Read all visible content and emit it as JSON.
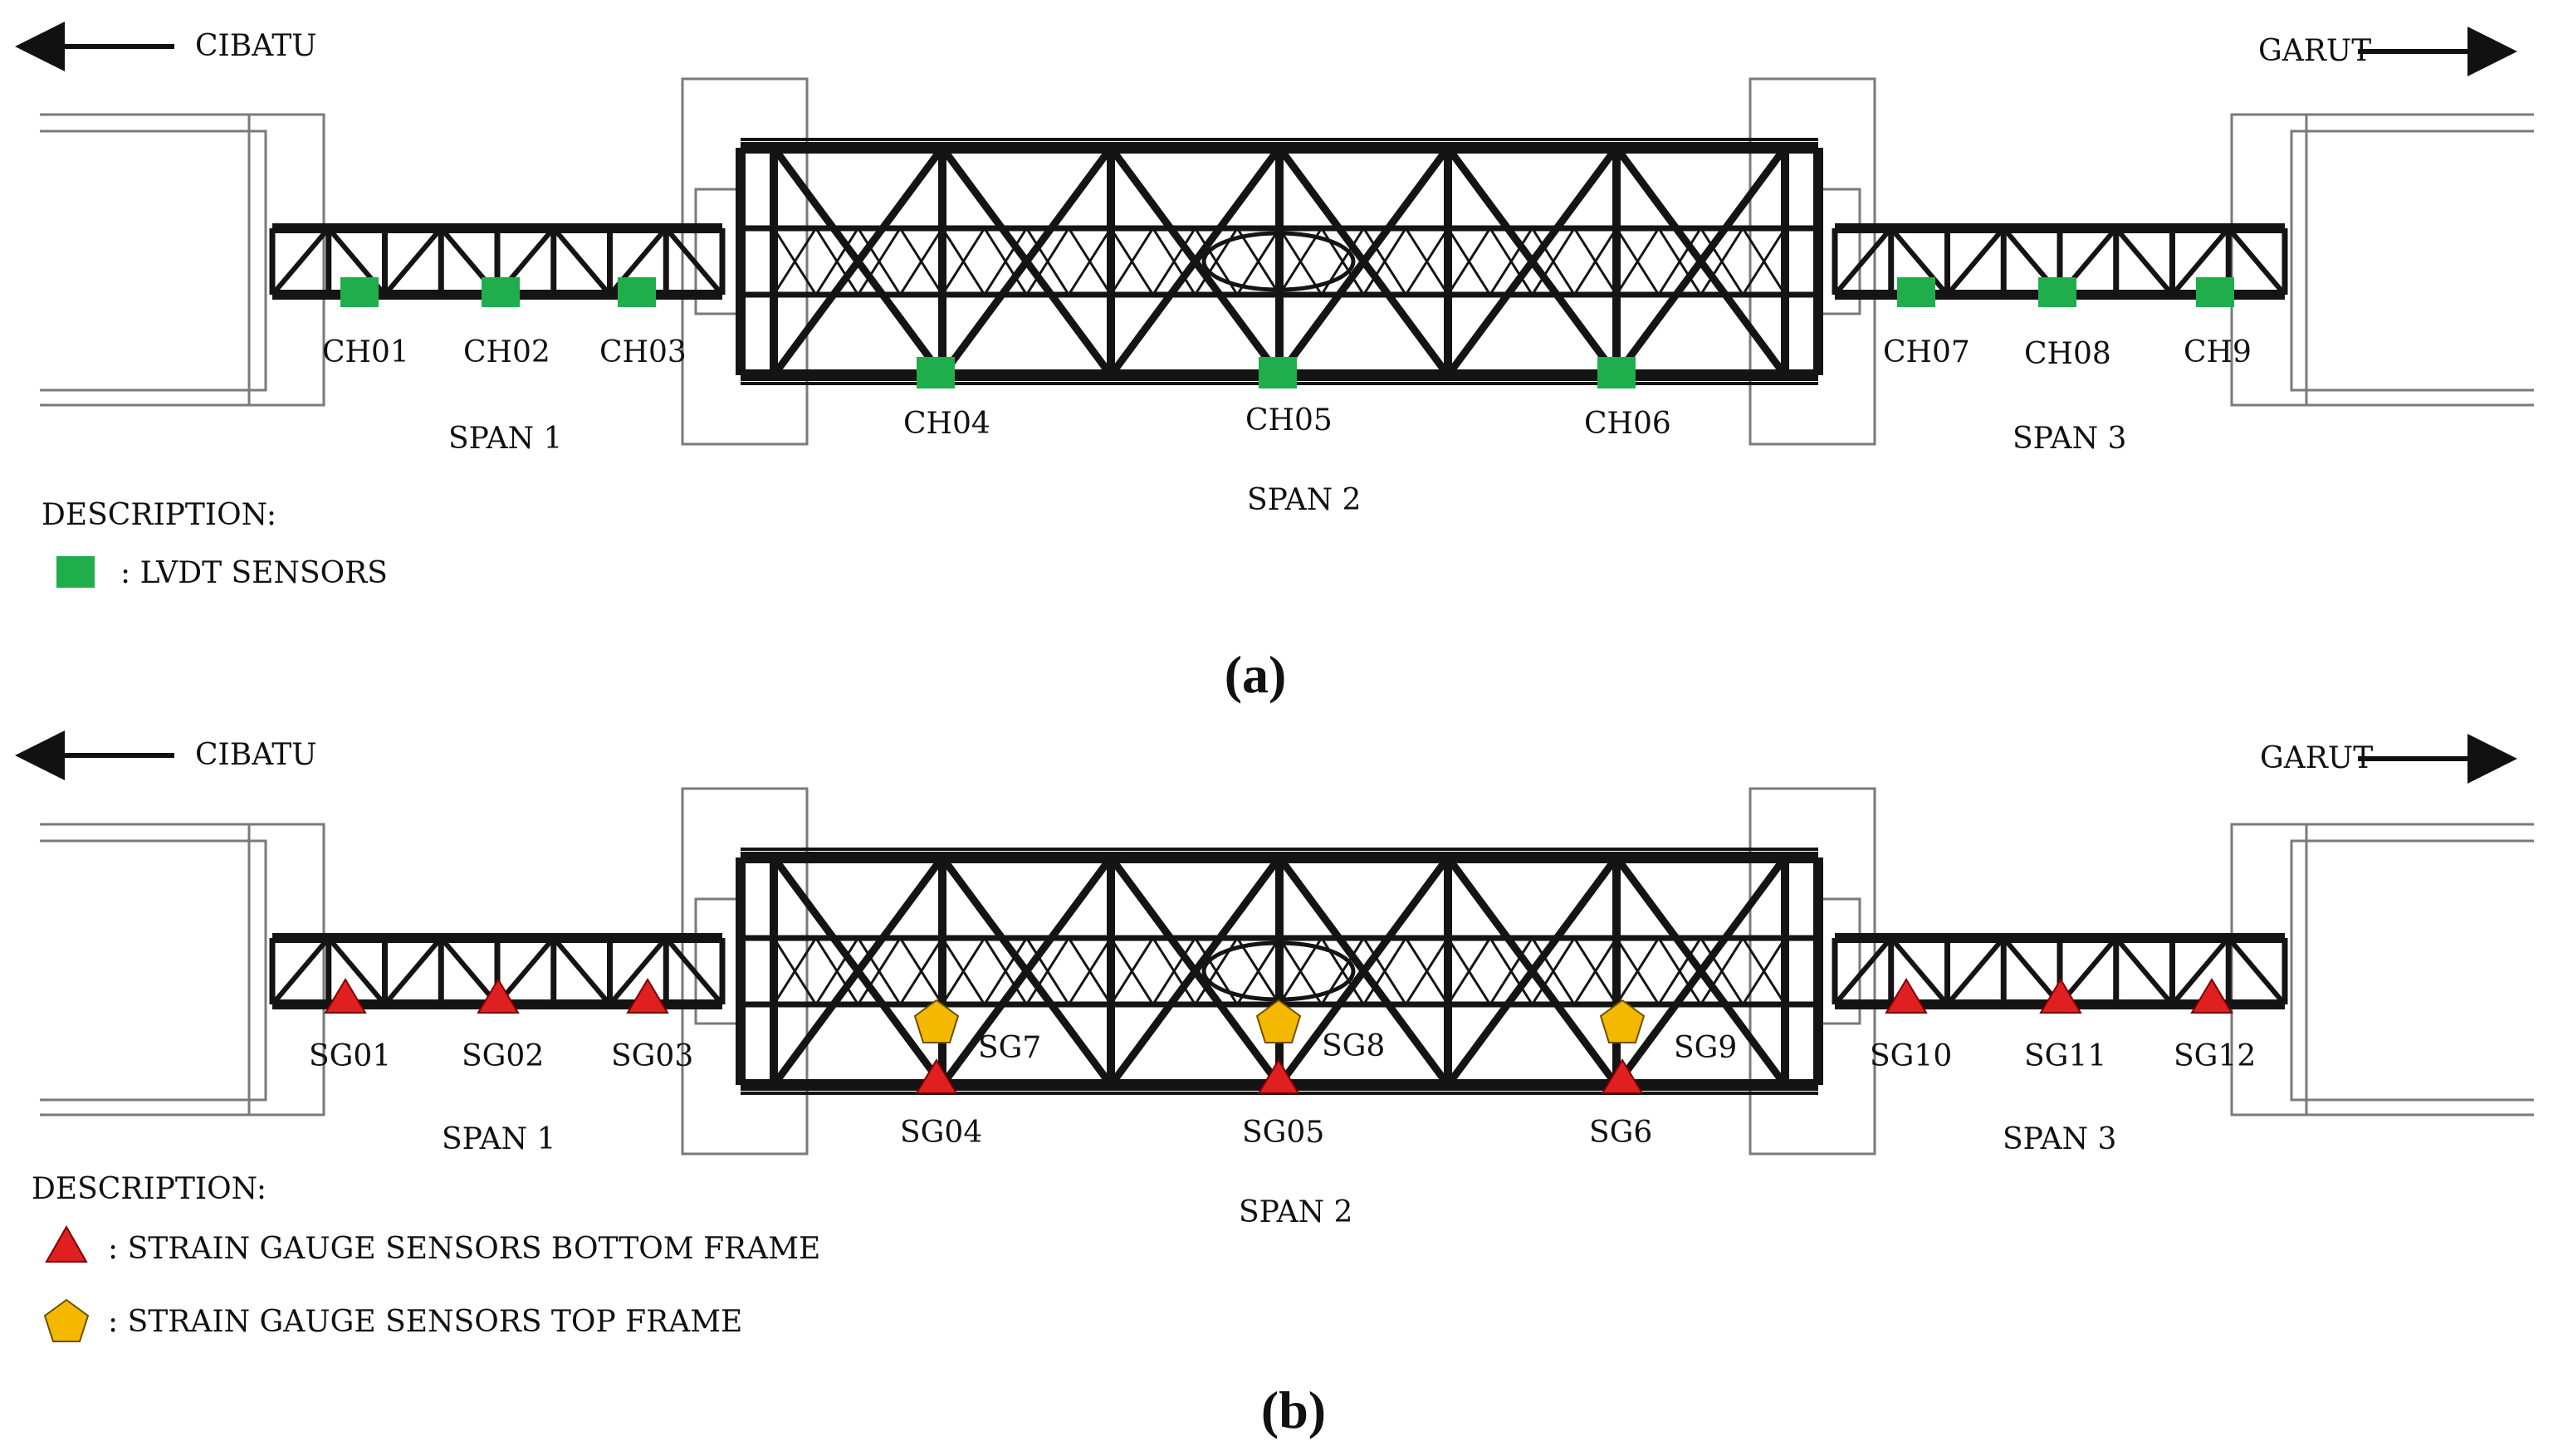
{
  "panels": [
    {
      "id": "a",
      "caption": "(a)",
      "direction_left": "CIBATU",
      "direction_right": "GARUT",
      "span_labels": [
        "SPAN 1",
        "SPAN 2",
        "SPAN 3"
      ],
      "description_title": "DESCRIPTION:",
      "legend": [
        {
          "symbol": "green-square",
          "text": ":  LVDT SENSORS"
        }
      ],
      "sensors": [
        {
          "label": "CH01",
          "symbol": "green-square"
        },
        {
          "label": "CH02",
          "symbol": "green-square"
        },
        {
          "label": "CH03",
          "symbol": "green-square"
        },
        {
          "label": "CH04",
          "symbol": "green-square"
        },
        {
          "label": "CH05",
          "symbol": "green-square"
        },
        {
          "label": "CH06",
          "symbol": "green-square"
        },
        {
          "label": "CH07",
          "symbol": "green-square"
        },
        {
          "label": "CH08",
          "symbol": "green-square"
        },
        {
          "label": "CH9",
          "symbol": "green-square"
        }
      ]
    },
    {
      "id": "b",
      "caption": "(b)",
      "direction_left": "CIBATU",
      "direction_right": "GARUT",
      "span_labels": [
        "SPAN 1",
        "SPAN 2",
        "SPAN 3"
      ],
      "description_title": "DESCRIPTION:",
      "legend": [
        {
          "symbol": "red-triangle",
          "text": ":  STRAIN GAUGE SENSORS BOTTOM FRAME"
        },
        {
          "symbol": "orange-pentagon",
          "text": ":  STRAIN GAUGE SENSORS TOP FRAME"
        }
      ],
      "sensors": [
        {
          "label": "SG01",
          "symbol": "red-triangle"
        },
        {
          "label": "SG02",
          "symbol": "red-triangle"
        },
        {
          "label": "SG03",
          "symbol": "red-triangle"
        },
        {
          "label": "SG04",
          "symbol": "red-triangle"
        },
        {
          "label": "SG05",
          "symbol": "red-triangle"
        },
        {
          "label": "SG6",
          "symbol": "red-triangle"
        },
        {
          "label": "SG7",
          "symbol": "orange-pentagon"
        },
        {
          "label": "SG8",
          "symbol": "orange-pentagon"
        },
        {
          "label": "SG9",
          "symbol": "orange-pentagon"
        },
        {
          "label": "SG10",
          "symbol": "red-triangle"
        },
        {
          "label": "SG11",
          "symbol": "red-triangle"
        },
        {
          "label": "SG12",
          "symbol": "red-triangle"
        }
      ]
    }
  ],
  "colors": {
    "lvdt_green": "#1fae4b",
    "strain_bottom_red": "#e02020",
    "strain_top_orange": "#f5b800",
    "truss_dark": "#141414",
    "outline_gray": "#7a7a7a"
  }
}
